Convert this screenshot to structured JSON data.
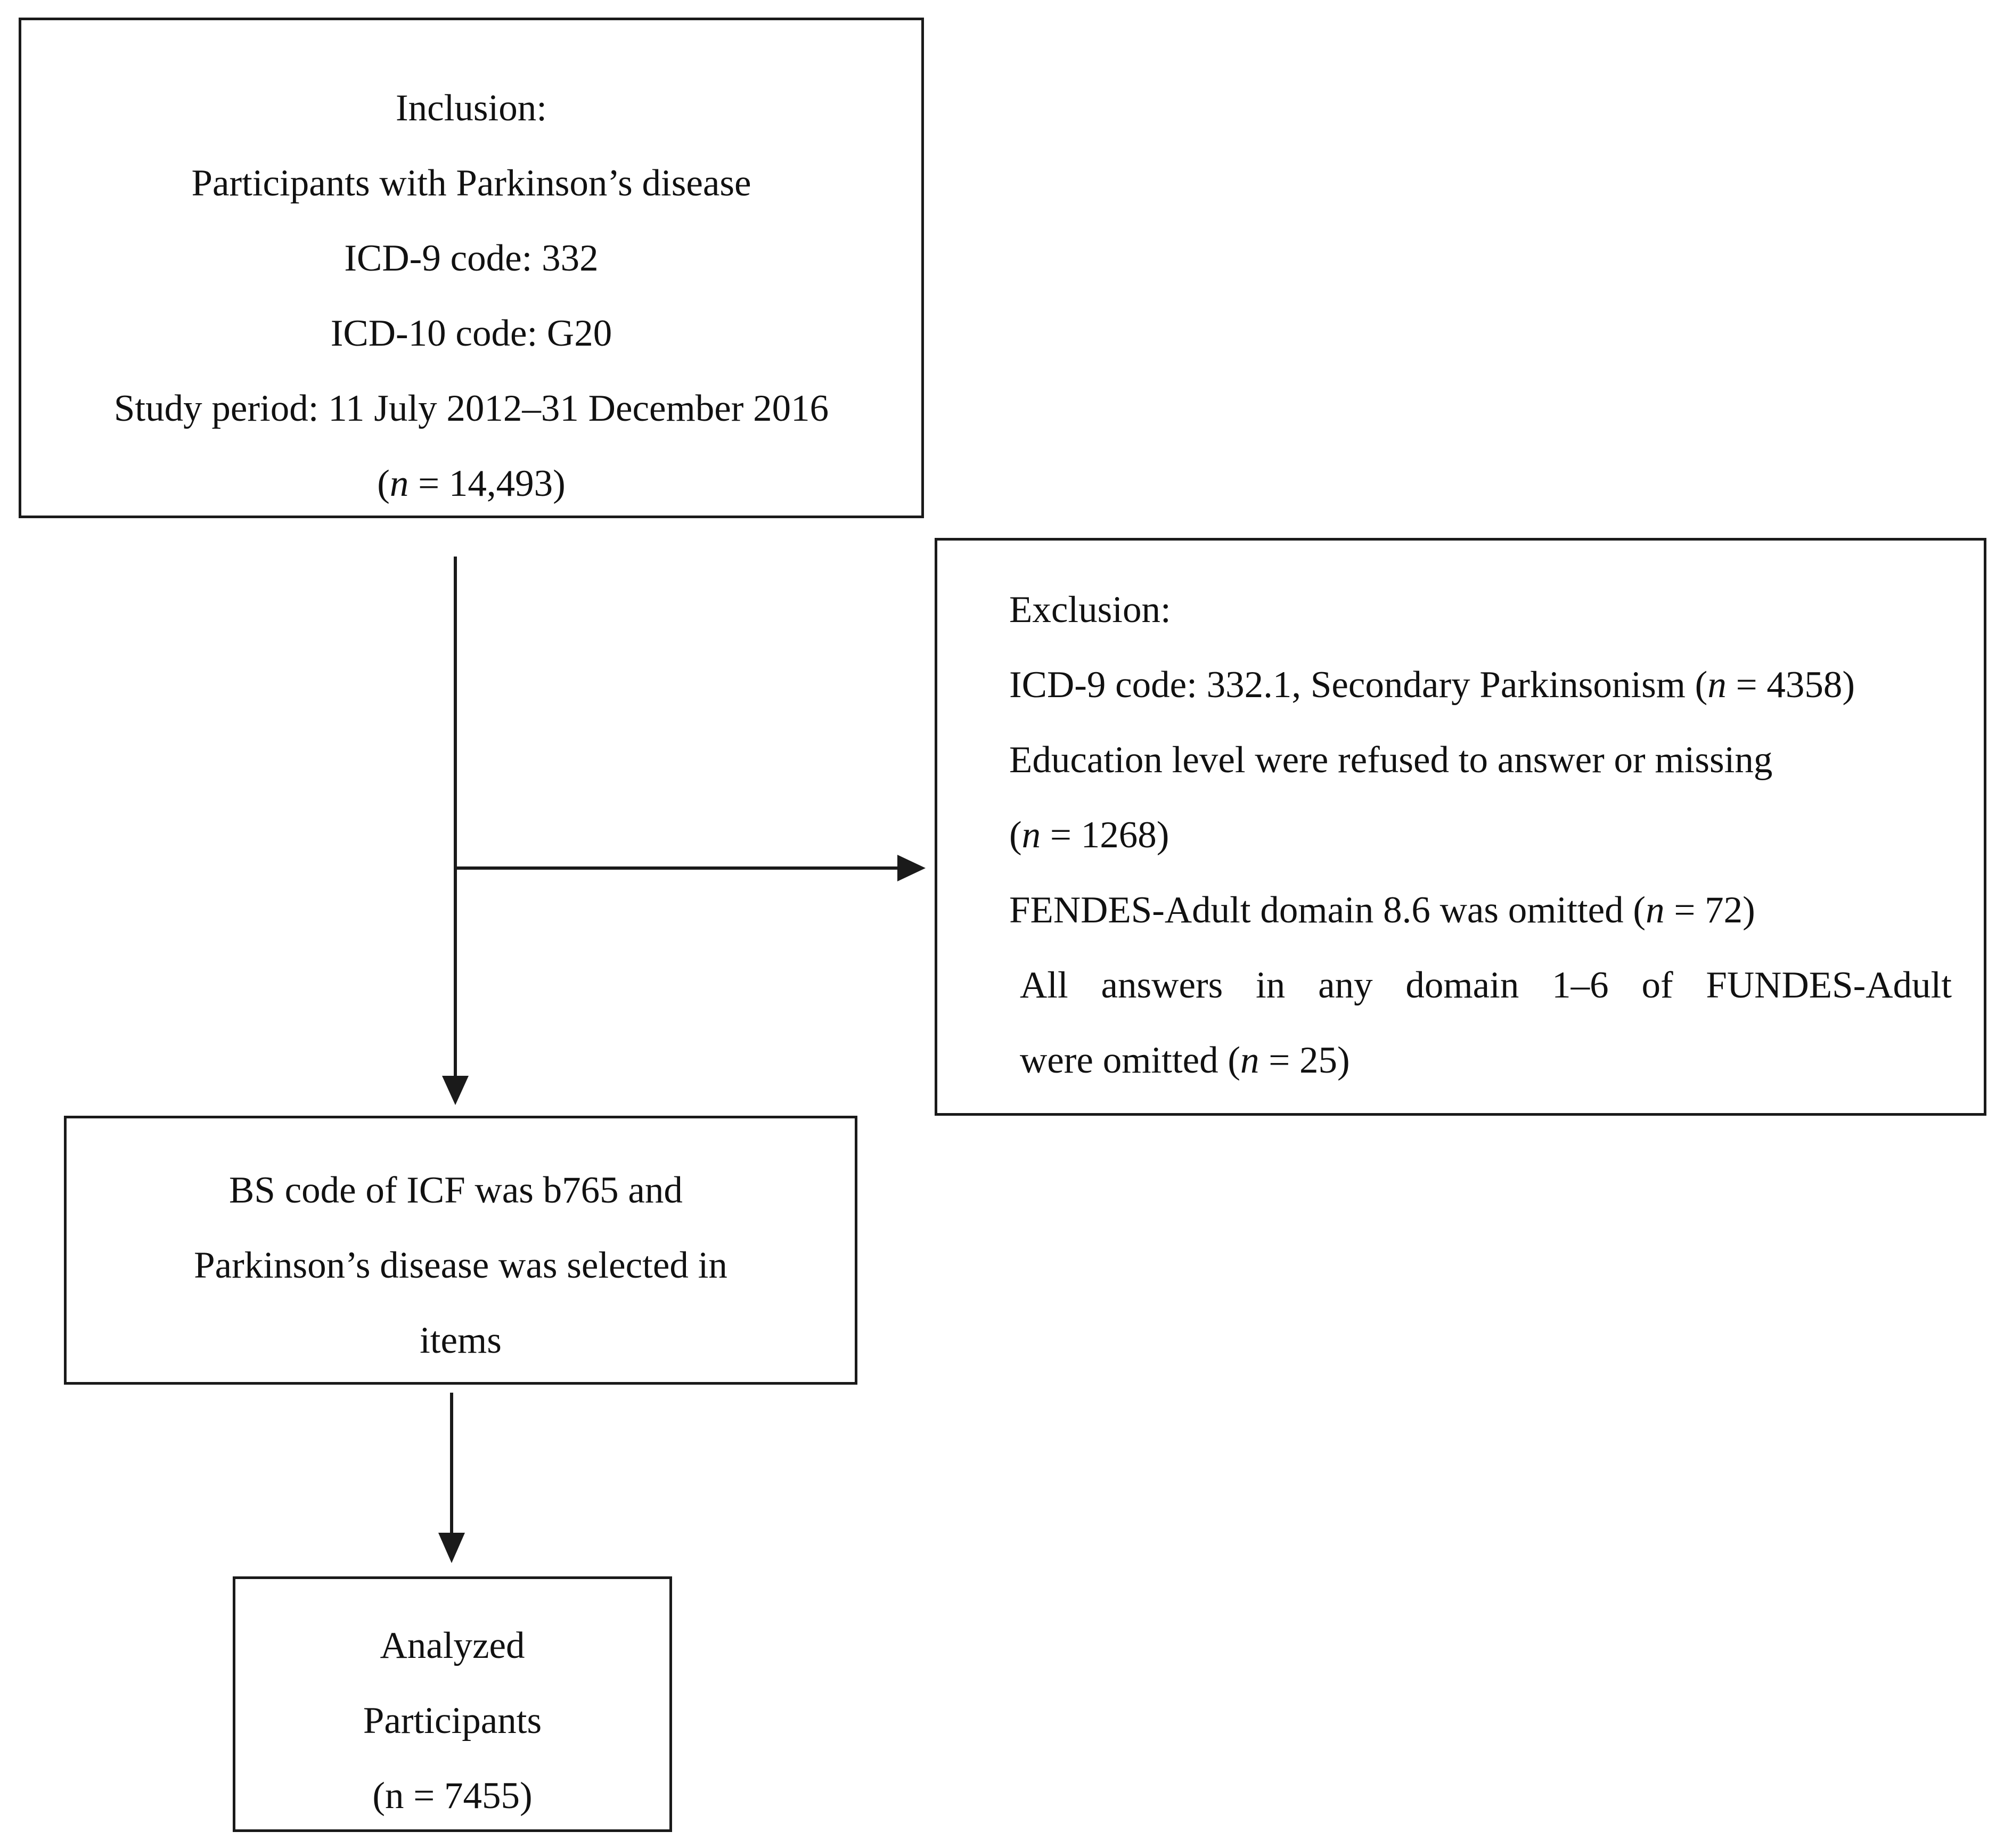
{
  "inclusion": {
    "title": "Inclusion:",
    "line1": "Participants with Parkinson’s disease",
    "line2": "ICD-9 code: 332",
    "line3": "ICD-10 code: G20",
    "line4": "Study period: 11 July 2012–31 December 2016",
    "count_prefix": "(",
    "count_var": "n",
    "count_suffix": " = 14,493)"
  },
  "exclusion": {
    "title": "Exclusion:",
    "item1_text": "ICD-9 code: 332.1, Secondary Parkinsonism (",
    "item1_var": "n",
    "item1_suffix": " = 4358)",
    "item2_text": "Education level were refused to answer or missing",
    "item2_count_prefix": "(",
    "item2_var": "n",
    "item2_suffix": " = 1268)",
    "item3_text": "FENDES-Adult domain 8.6 was omitted (",
    "item3_var": "n",
    "item3_suffix": " = 72)",
    "item4_line1_words": [
      "All",
      "answers",
      "in",
      "any",
      "domain",
      "1–6",
      "of",
      "FUNDES-Adult"
    ],
    "item4_line2_text": "were omitted (",
    "item4_var": "n",
    "item4_suffix": " = 25)"
  },
  "bs_code": {
    "line1": "BS code of ICF was b765 and",
    "line2": "Parkinson’s disease was selected in",
    "line3": "items"
  },
  "analyzed": {
    "line1": "Analyzed",
    "line2": "Participants",
    "line3": "(n = 7455)"
  }
}
